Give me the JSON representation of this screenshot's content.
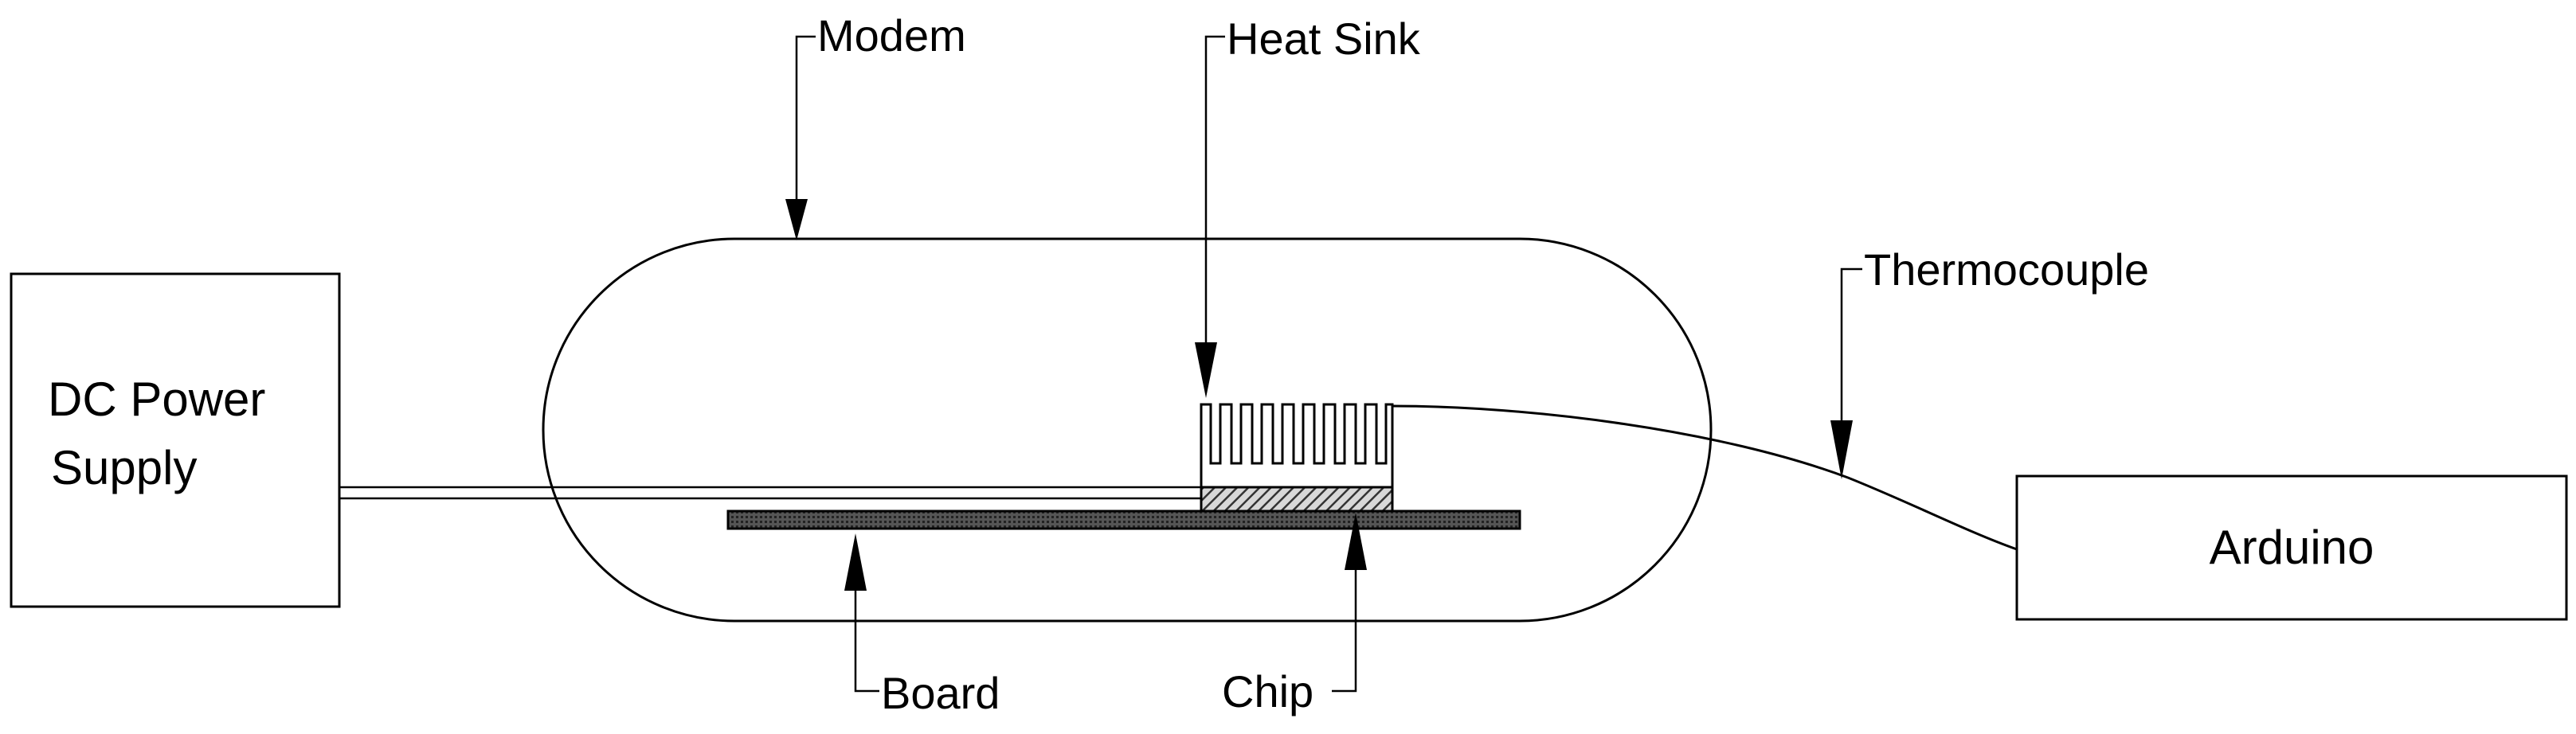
{
  "diagram": {
    "boxes": {
      "power_supply": {
        "line1": "DC Power",
        "line2": "Supply"
      },
      "arduino": {
        "label": "Arduino"
      }
    },
    "labels": {
      "modem": "Modem",
      "heat_sink": "Heat Sink",
      "thermocouple": "Thermocouple",
      "board": "Board",
      "chip": "Chip"
    }
  }
}
